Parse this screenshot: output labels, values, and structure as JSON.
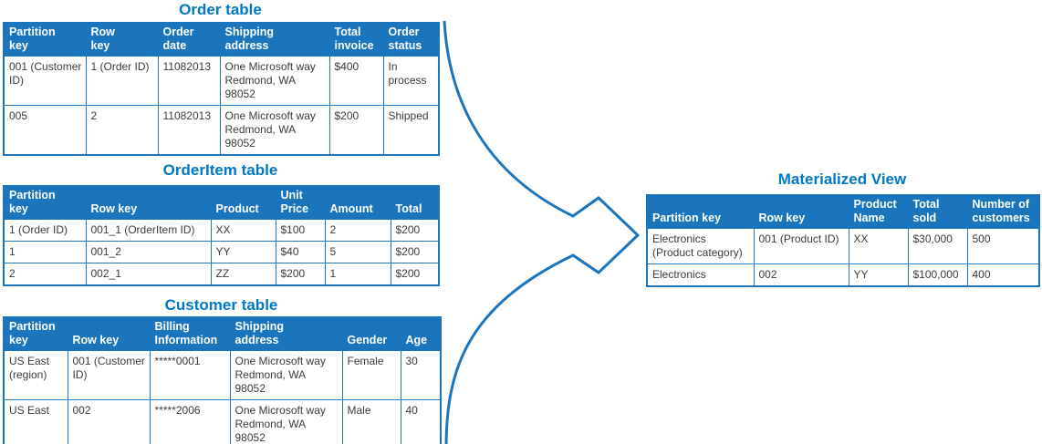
{
  "colors": {
    "table_header": "#1B75BC",
    "table_border": "#1B75BC",
    "inner_border": "#2077BE",
    "title": "#0078C8",
    "header_text": "#FFFFFF",
    "cell_text": "#3B3B3B",
    "arrow": "#1B75BC",
    "background": "#FFFFFF"
  },
  "tables": {
    "order": {
      "title": "Order table",
      "headers": [
        "Partition\nkey",
        "Row\nkey",
        "Order\ndate",
        "Shipping\naddress",
        "Total\ninvoice",
        "Order\nstatus"
      ],
      "rows": [
        [
          "001 (Customer ID)",
          "1 (Order ID)",
          "11082013",
          "One Microsoft way Redmond, WA 98052",
          "$400",
          "In process"
        ],
        [
          "005",
          "2",
          "11082013",
          "One Microsoft way Redmond, WA 98052",
          "$200",
          "Shipped"
        ]
      ]
    },
    "orderitem": {
      "title": "OrderItem table",
      "headers": [
        "Partition\nkey",
        "Row key",
        "Product",
        "Unit\nPrice",
        "Amount",
        "Total"
      ],
      "rows": [
        [
          "1 (Order ID)",
          "001_1 (OrderItem ID)",
          "XX",
          "$100",
          "2",
          "$200"
        ],
        [
          "1",
          "001_2",
          "YY",
          "$40",
          "5",
          "$200"
        ],
        [
          "2",
          "002_1",
          "ZZ",
          "$200",
          "1",
          "$200"
        ]
      ]
    },
    "customer": {
      "title": "Customer table",
      "headers": [
        "Partition\nkey",
        "Row key",
        "Billing\nInformation",
        "Shipping\naddress",
        "Gender",
        "Age"
      ],
      "rows": [
        [
          "US East (region)",
          "001 (Customer ID)",
          "*****0001",
          "One Microsoft way Redmond, WA 98052",
          "Female",
          "30"
        ],
        [
          "US East",
          "002",
          "*****2006",
          "One Microsoft way Redmond, WA 98052",
          "Male",
          "40"
        ]
      ]
    },
    "materialized_view": {
      "title": "Materialized View",
      "headers": [
        "Partition key",
        "Row key",
        "Product\nName",
        "Total\nsold",
        "Number of\ncustomers"
      ],
      "rows": [
        [
          "Electronics (Product category)",
          "001 (Product ID)",
          "XX",
          "$30,000",
          "500"
        ],
        [
          "Electronics",
          "002",
          "YY",
          "$100,000",
          "400"
        ]
      ]
    }
  }
}
